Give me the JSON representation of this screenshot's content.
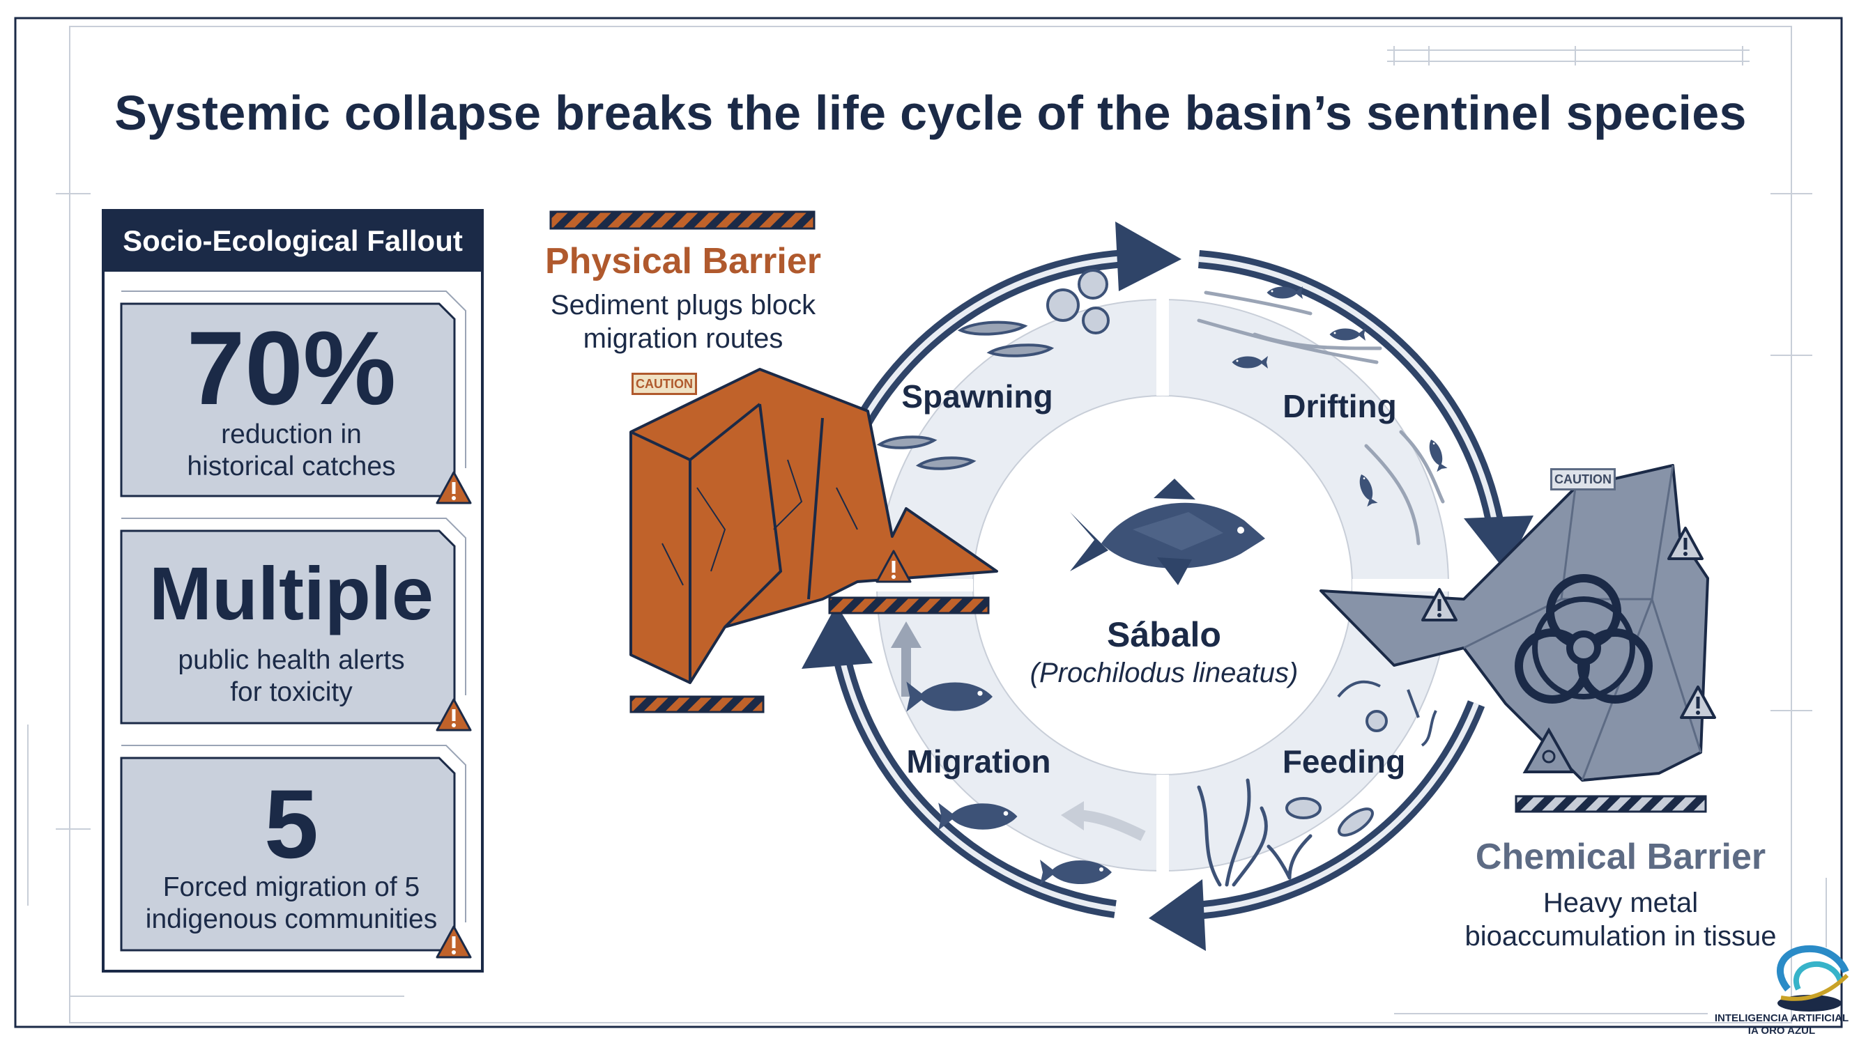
{
  "title": "Systemic collapse breaks the life cycle of the basin’s sentinel species",
  "panel": {
    "heading": "Socio-Ecological Fallout",
    "stats": [
      {
        "value": "70%",
        "description_line1": "reduction in",
        "description_line2": "historical catches"
      },
      {
        "value": "Multiple",
        "description_line1": "public health alerts",
        "description_line2": "for toxicity"
      },
      {
        "value": "5",
        "description_line1": "Forced migration of 5",
        "description_line2": "indigenous communities"
      }
    ]
  },
  "physical_barrier": {
    "title": "Physical Barrier",
    "description_line1": "Sediment plugs block",
    "description_line2": "migration routes",
    "caution_label": "CAUTION",
    "color": "#b0592d"
  },
  "chemical_barrier": {
    "title": "Chemical Barrier",
    "description_line1": "Heavy metal",
    "description_line2": "bioaccumulation in tissue",
    "caution_label": "CAUTION",
    "color": "#5d6b84"
  },
  "cycle": {
    "stages": [
      "Spawning",
      "Drifting",
      "Feeding",
      "Migration"
    ],
    "center_name": "Sábalo",
    "center_scientific": "(Prochilodus lineatus)"
  },
  "logo": {
    "line1": "INTELIGENCIA ARTIFICIAL",
    "line2": "IA ORO AZUL"
  },
  "colors": {
    "navy": "#1b2a47",
    "ring": "#2f4468",
    "sector_fill": "#e9edf3",
    "stat_card": "#c9d0dc",
    "warning": "#c0622a"
  },
  "icons": [
    "warning-icon",
    "biohazard-icon",
    "fish-icon",
    "egg-icon",
    "larva-icon",
    "seaweed-icon",
    "cracked-rock-icon",
    "hazard-stripe"
  ]
}
